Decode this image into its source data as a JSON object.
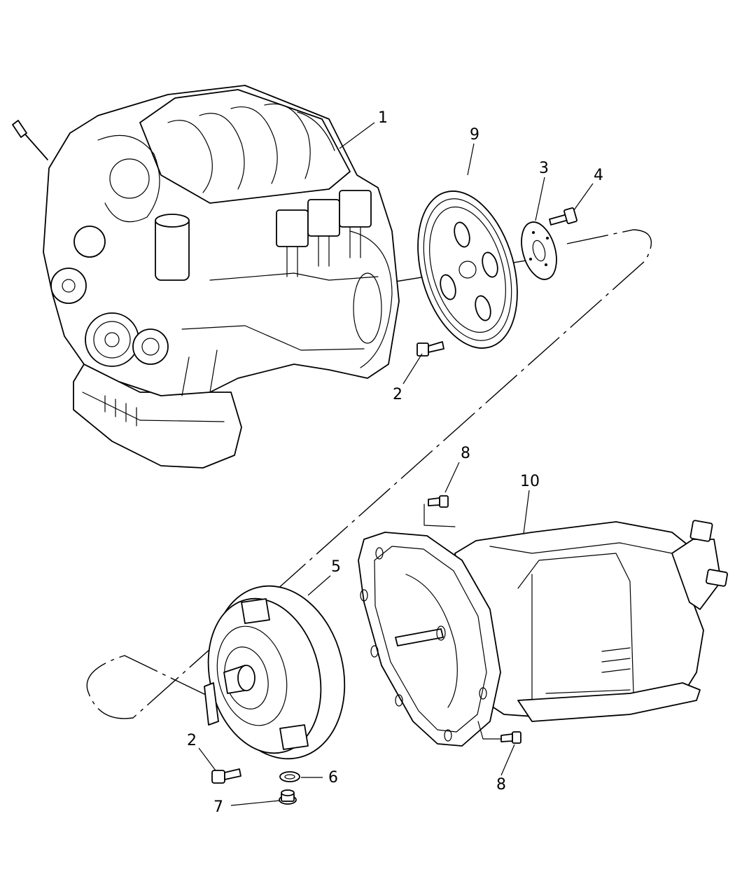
{
  "diagram": {
    "callouts": [
      {
        "id": "c1",
        "label": "1"
      },
      {
        "id": "c9",
        "label": "9"
      },
      {
        "id": "c3",
        "label": "3"
      },
      {
        "id": "c4",
        "label": "4"
      },
      {
        "id": "c2a",
        "label": "2"
      },
      {
        "id": "c8a",
        "label": "8"
      },
      {
        "id": "c10",
        "label": "10"
      },
      {
        "id": "c5",
        "label": "5"
      },
      {
        "id": "c2b",
        "label": "2"
      },
      {
        "id": "c6",
        "label": "6"
      },
      {
        "id": "c7",
        "label": "7"
      },
      {
        "id": "c8b",
        "label": "8"
      }
    ]
  }
}
